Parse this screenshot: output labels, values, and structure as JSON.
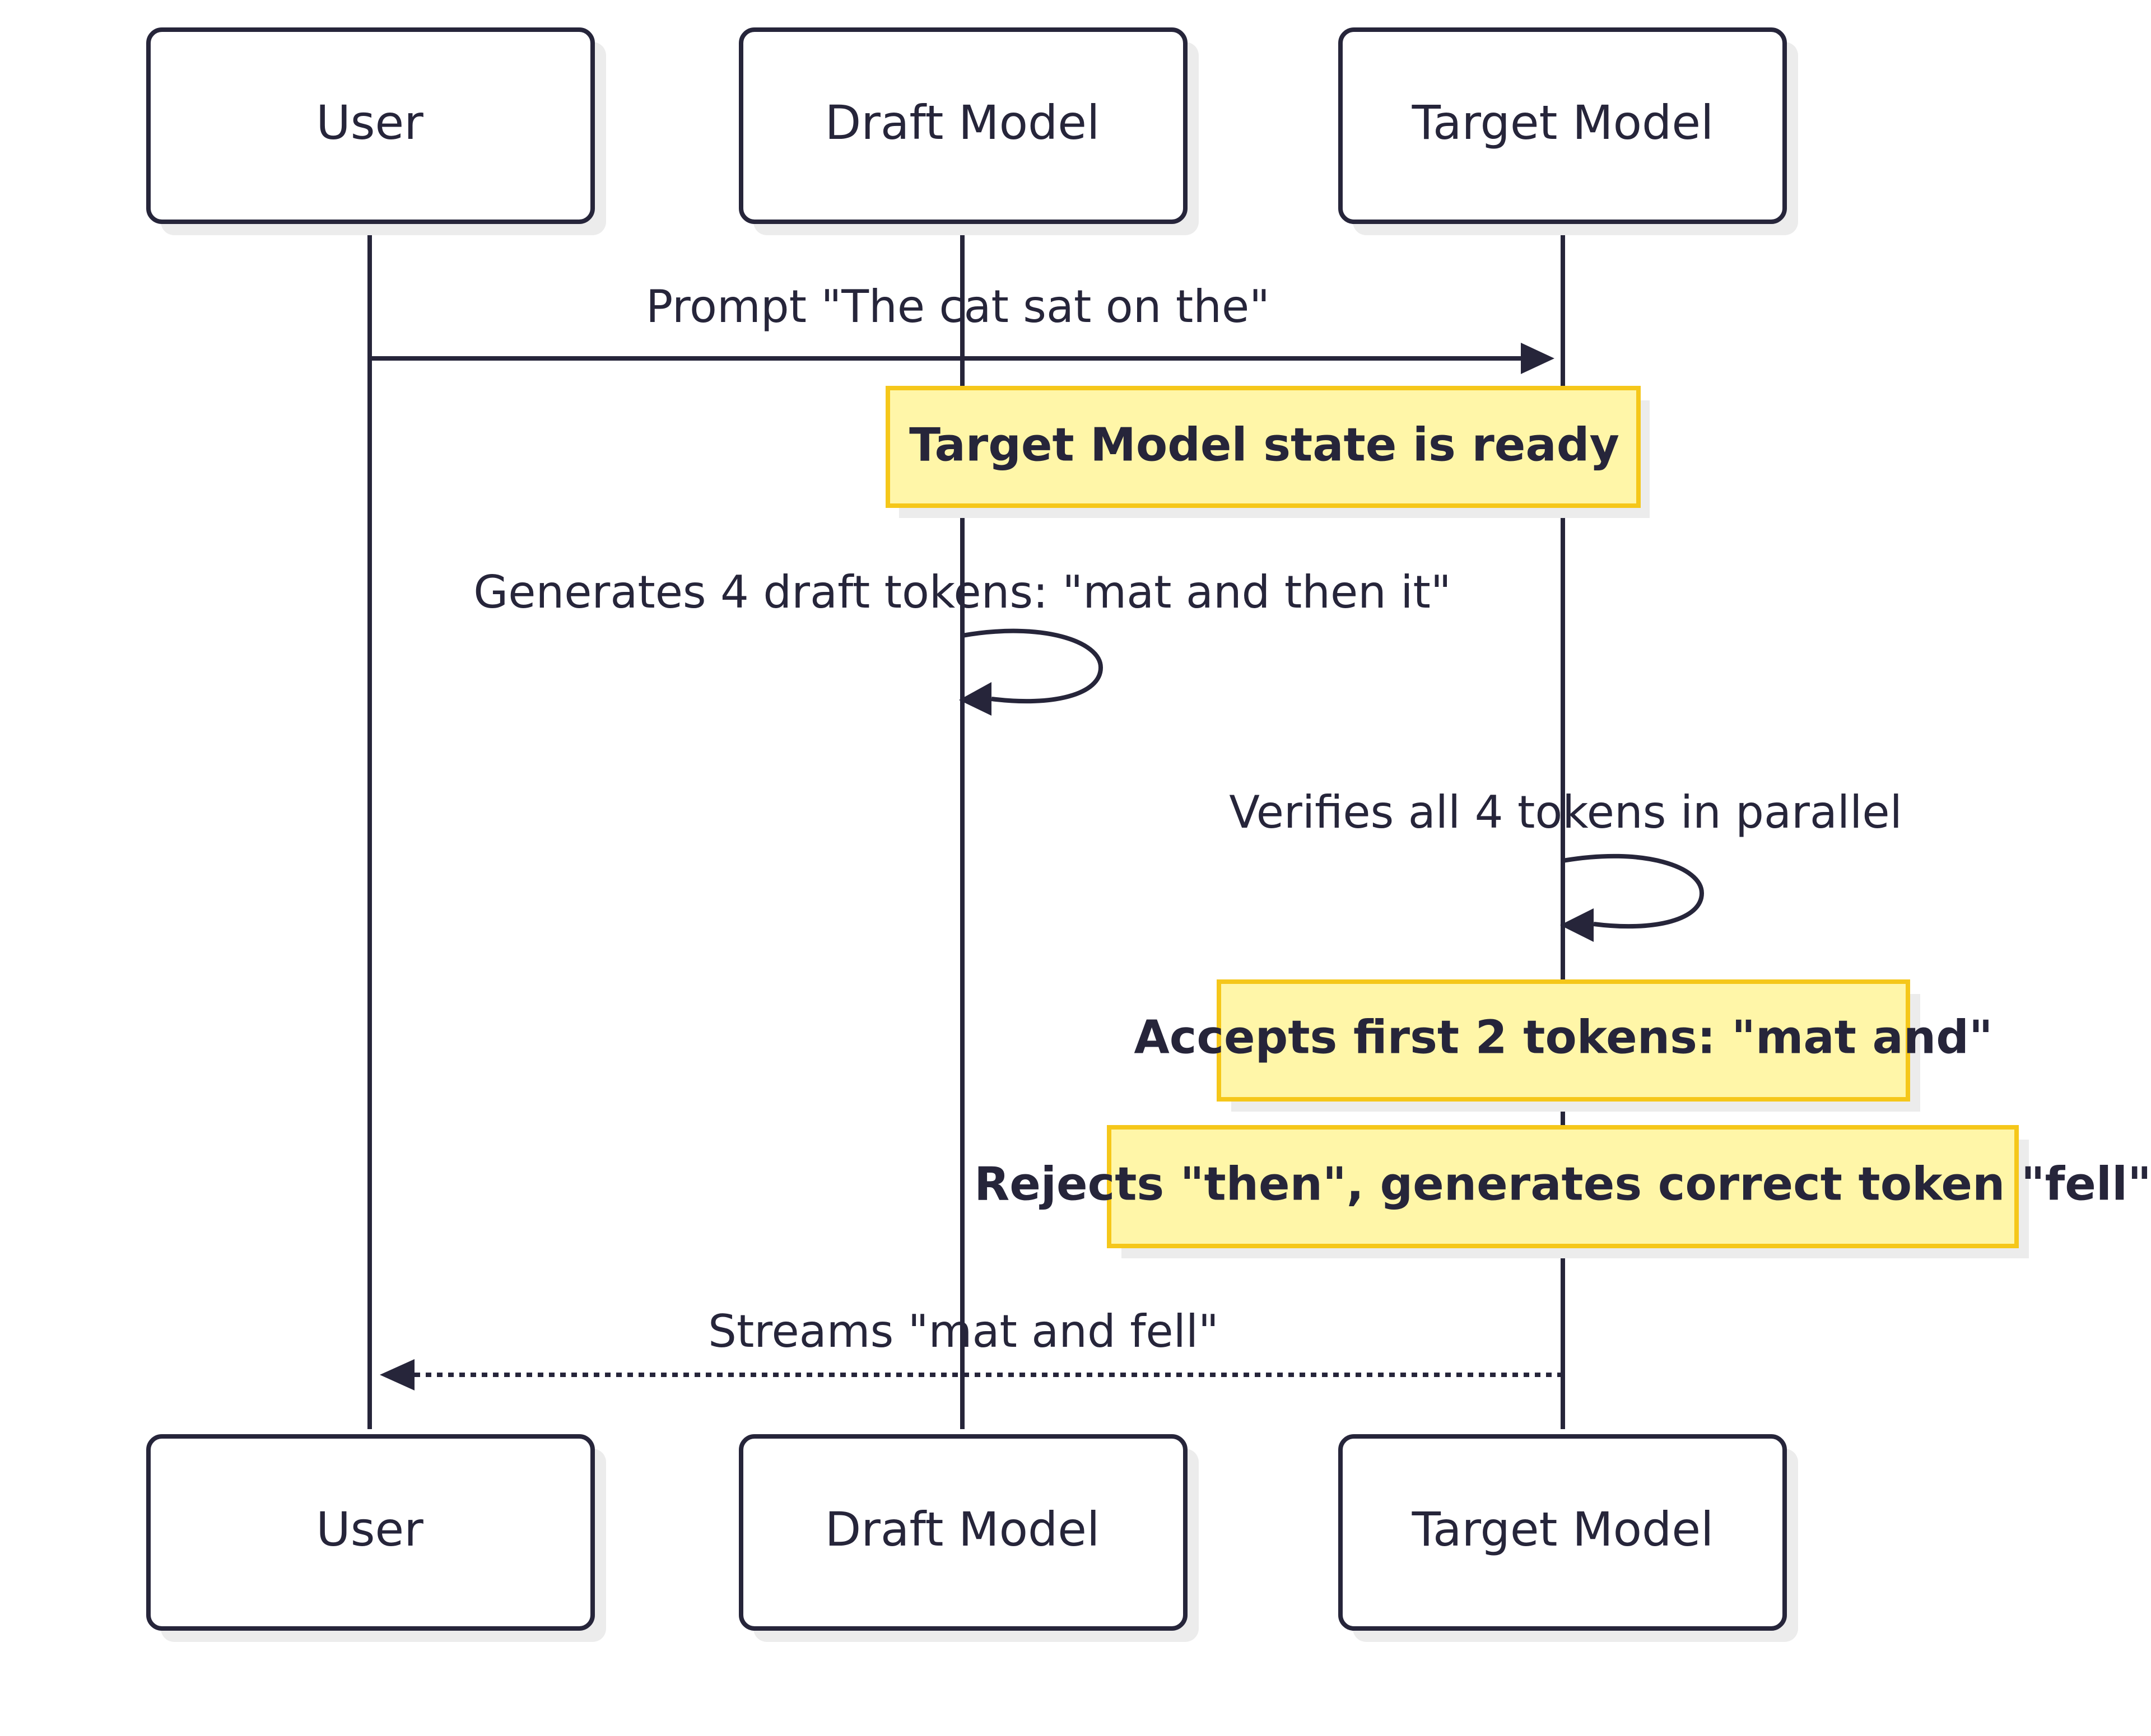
{
  "diagram": {
    "type": "sequence",
    "actors": {
      "user": "User",
      "draft": "Draft Model",
      "target": "Target Model"
    },
    "messages": {
      "prompt": "Prompt \"The cat sat on the\"",
      "draft_generate": "Generates 4 draft tokens: \"mat and then it\"",
      "verify": "Verifies all 4 tokens in parallel",
      "stream": "Streams \"mat and fell\""
    },
    "notes": {
      "ready": "Target Model state is ready",
      "accepts": "Accepts first 2 tokens: \"mat and\"",
      "rejects": "Rejects \"then\", generates correct token \"fell\""
    },
    "colors": {
      "line": "#26253a",
      "note_fill": "#fff6a8",
      "note_border": "#f5c71a"
    }
  }
}
